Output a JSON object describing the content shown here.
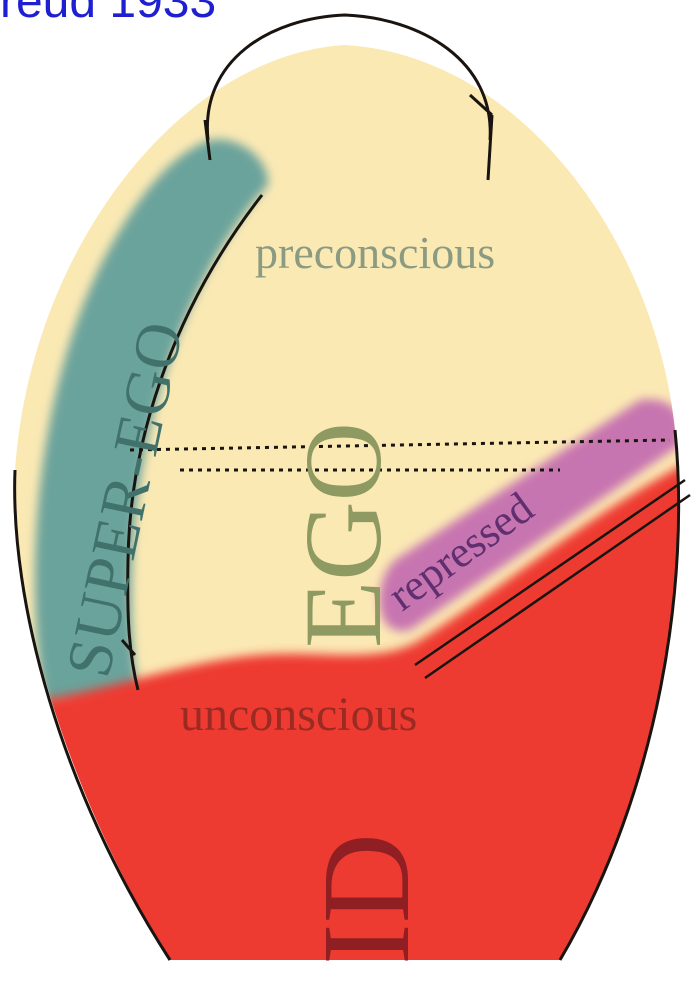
{
  "title": "reud 1933",
  "labels": {
    "super_ego": "SUPER-EGO",
    "preconscious": "preconscious",
    "ego": "EGO",
    "repressed": "repressed",
    "unconscious": "unconscious",
    "id": "ID"
  },
  "colors": {
    "title": "#1d1fd0",
    "egg_fill": "#fbe9b4",
    "super_ego_band": "#6aa39c",
    "repressed_band": "#c774b0",
    "id_region": "#ee3a30",
    "outline": "#1a1410",
    "label_muted": "#8b9b82",
    "ego_text": "#8e9a62",
    "unconscious_text": "#9b2a22",
    "id_text": "#8f1f22",
    "super_ego_text": "#41716b",
    "repressed_text": "#5f2f70"
  }
}
